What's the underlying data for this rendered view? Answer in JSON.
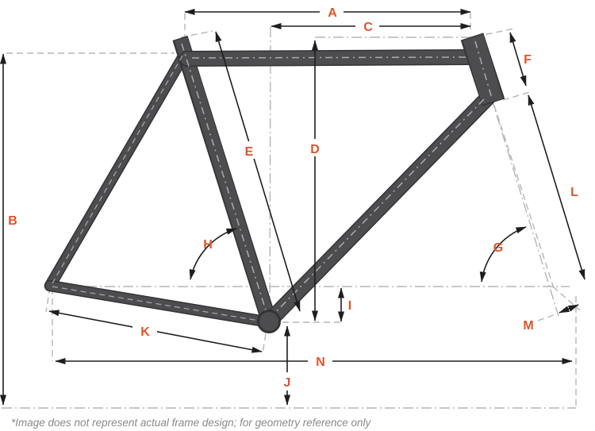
{
  "labels": {
    "A": "A",
    "B": "B",
    "C": "C",
    "D": "D",
    "E": "E",
    "F": "F",
    "G": "G",
    "H": "H",
    "I": "I",
    "J": "J",
    "K": "K",
    "L": "L",
    "M": "M",
    "N": "N"
  },
  "footnote": "*Image does not represent actual frame design; for geometry reference only",
  "colors": {
    "accent": "#E05429",
    "dimension": "#1E1E1E",
    "frame": "#4D4D4F",
    "frame-outline": "#343436",
    "tube-centerline": "#ABABAD",
    "guide": "#B5B5B5",
    "footnote-color": "#8A8A8A",
    "background": "#FFFFFF"
  }
}
